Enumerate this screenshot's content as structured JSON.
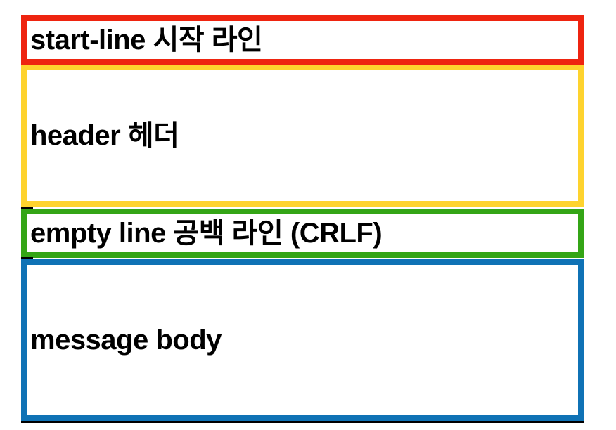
{
  "diagram": {
    "background_color": "#ffffff",
    "text_color": "#000000",
    "shadow_color": "#000000",
    "boxes": [
      {
        "label": "start-line 시작 라인",
        "border_color": "#ee2410"
      },
      {
        "label": "header 헤더",
        "border_color": "#fed32e"
      },
      {
        "label": "empty line 공백 라인 (CRLF)",
        "border_color": "#34a516"
      },
      {
        "label": "message body",
        "border_color": "#0f72b5"
      }
    ]
  }
}
